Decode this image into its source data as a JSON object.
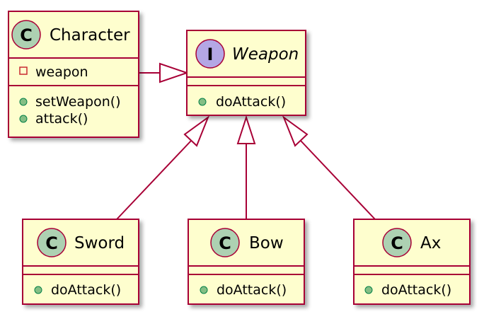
{
  "colors": {
    "box_fill": "#FEFECE",
    "border": "#A80036",
    "class_circle": "#ADD1B2",
    "interface_circle": "#B4A7E5",
    "public_method": "#84BE84",
    "private_field": "#C82930"
  },
  "classes": {
    "character": {
      "stereotype_letter": "C",
      "name": "Character",
      "fields": [
        "weapon"
      ],
      "methods": [
        "setWeapon()",
        "attack()"
      ]
    },
    "weapon": {
      "stereotype_letter": "I",
      "name": "Weapon",
      "methods": [
        "doAttack()"
      ]
    },
    "sword": {
      "stereotype_letter": "C",
      "name": "Sword",
      "methods": [
        "doAttack()"
      ]
    },
    "bow": {
      "stereotype_letter": "C",
      "name": "Bow",
      "methods": [
        "doAttack()"
      ]
    },
    "ax": {
      "stereotype_letter": "C",
      "name": "Ax",
      "methods": [
        "doAttack()"
      ]
    }
  }
}
